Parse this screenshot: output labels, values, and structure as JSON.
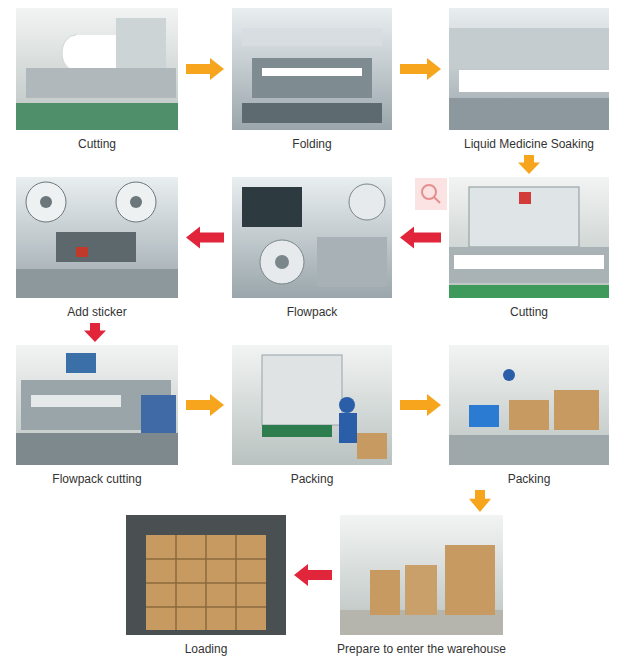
{
  "diagram": {
    "nodes": [
      {
        "text": [
          "Cutting"
        ]
      },
      {
        "text": [
          "Folding"
        ]
      },
      {
        "text": [
          "Liquid Medicine Soaking"
        ]
      },
      {
        "text": [
          "Cutting"
        ]
      },
      {
        "text": [
          "Flowpack"
        ]
      },
      {
        "text": [
          "Add sticker"
        ]
      },
      {
        "text": [
          "Flowpack cutting"
        ]
      },
      {
        "text": [
          "Packing"
        ]
      },
      {
        "text": [
          "Packing"
        ]
      },
      {
        "text": [
          "Prepare to enter the warehouse"
        ]
      },
      {
        "text": [
          "Loading"
        ]
      }
    ],
    "edges": [
      {
        "from": 0,
        "to": 1,
        "arrow": "to"
      },
      {
        "from": 1,
        "to": 2,
        "arrow": "to"
      },
      {
        "from": 2,
        "to": 3,
        "arrow": "to"
      },
      {
        "from": 3,
        "to": 4,
        "arrow": "to"
      },
      {
        "from": 4,
        "to": 5,
        "arrow": "to"
      },
      {
        "from": 5,
        "to": 6,
        "arrow": "to"
      },
      {
        "from": 6,
        "to": 7,
        "arrow": "to"
      },
      {
        "from": 7,
        "to": 8,
        "arrow": "to"
      },
      {
        "from": 8,
        "to": 9,
        "arrow": "to"
      },
      {
        "from": 9,
        "to": 10,
        "arrow": "to"
      }
    ]
  }
}
